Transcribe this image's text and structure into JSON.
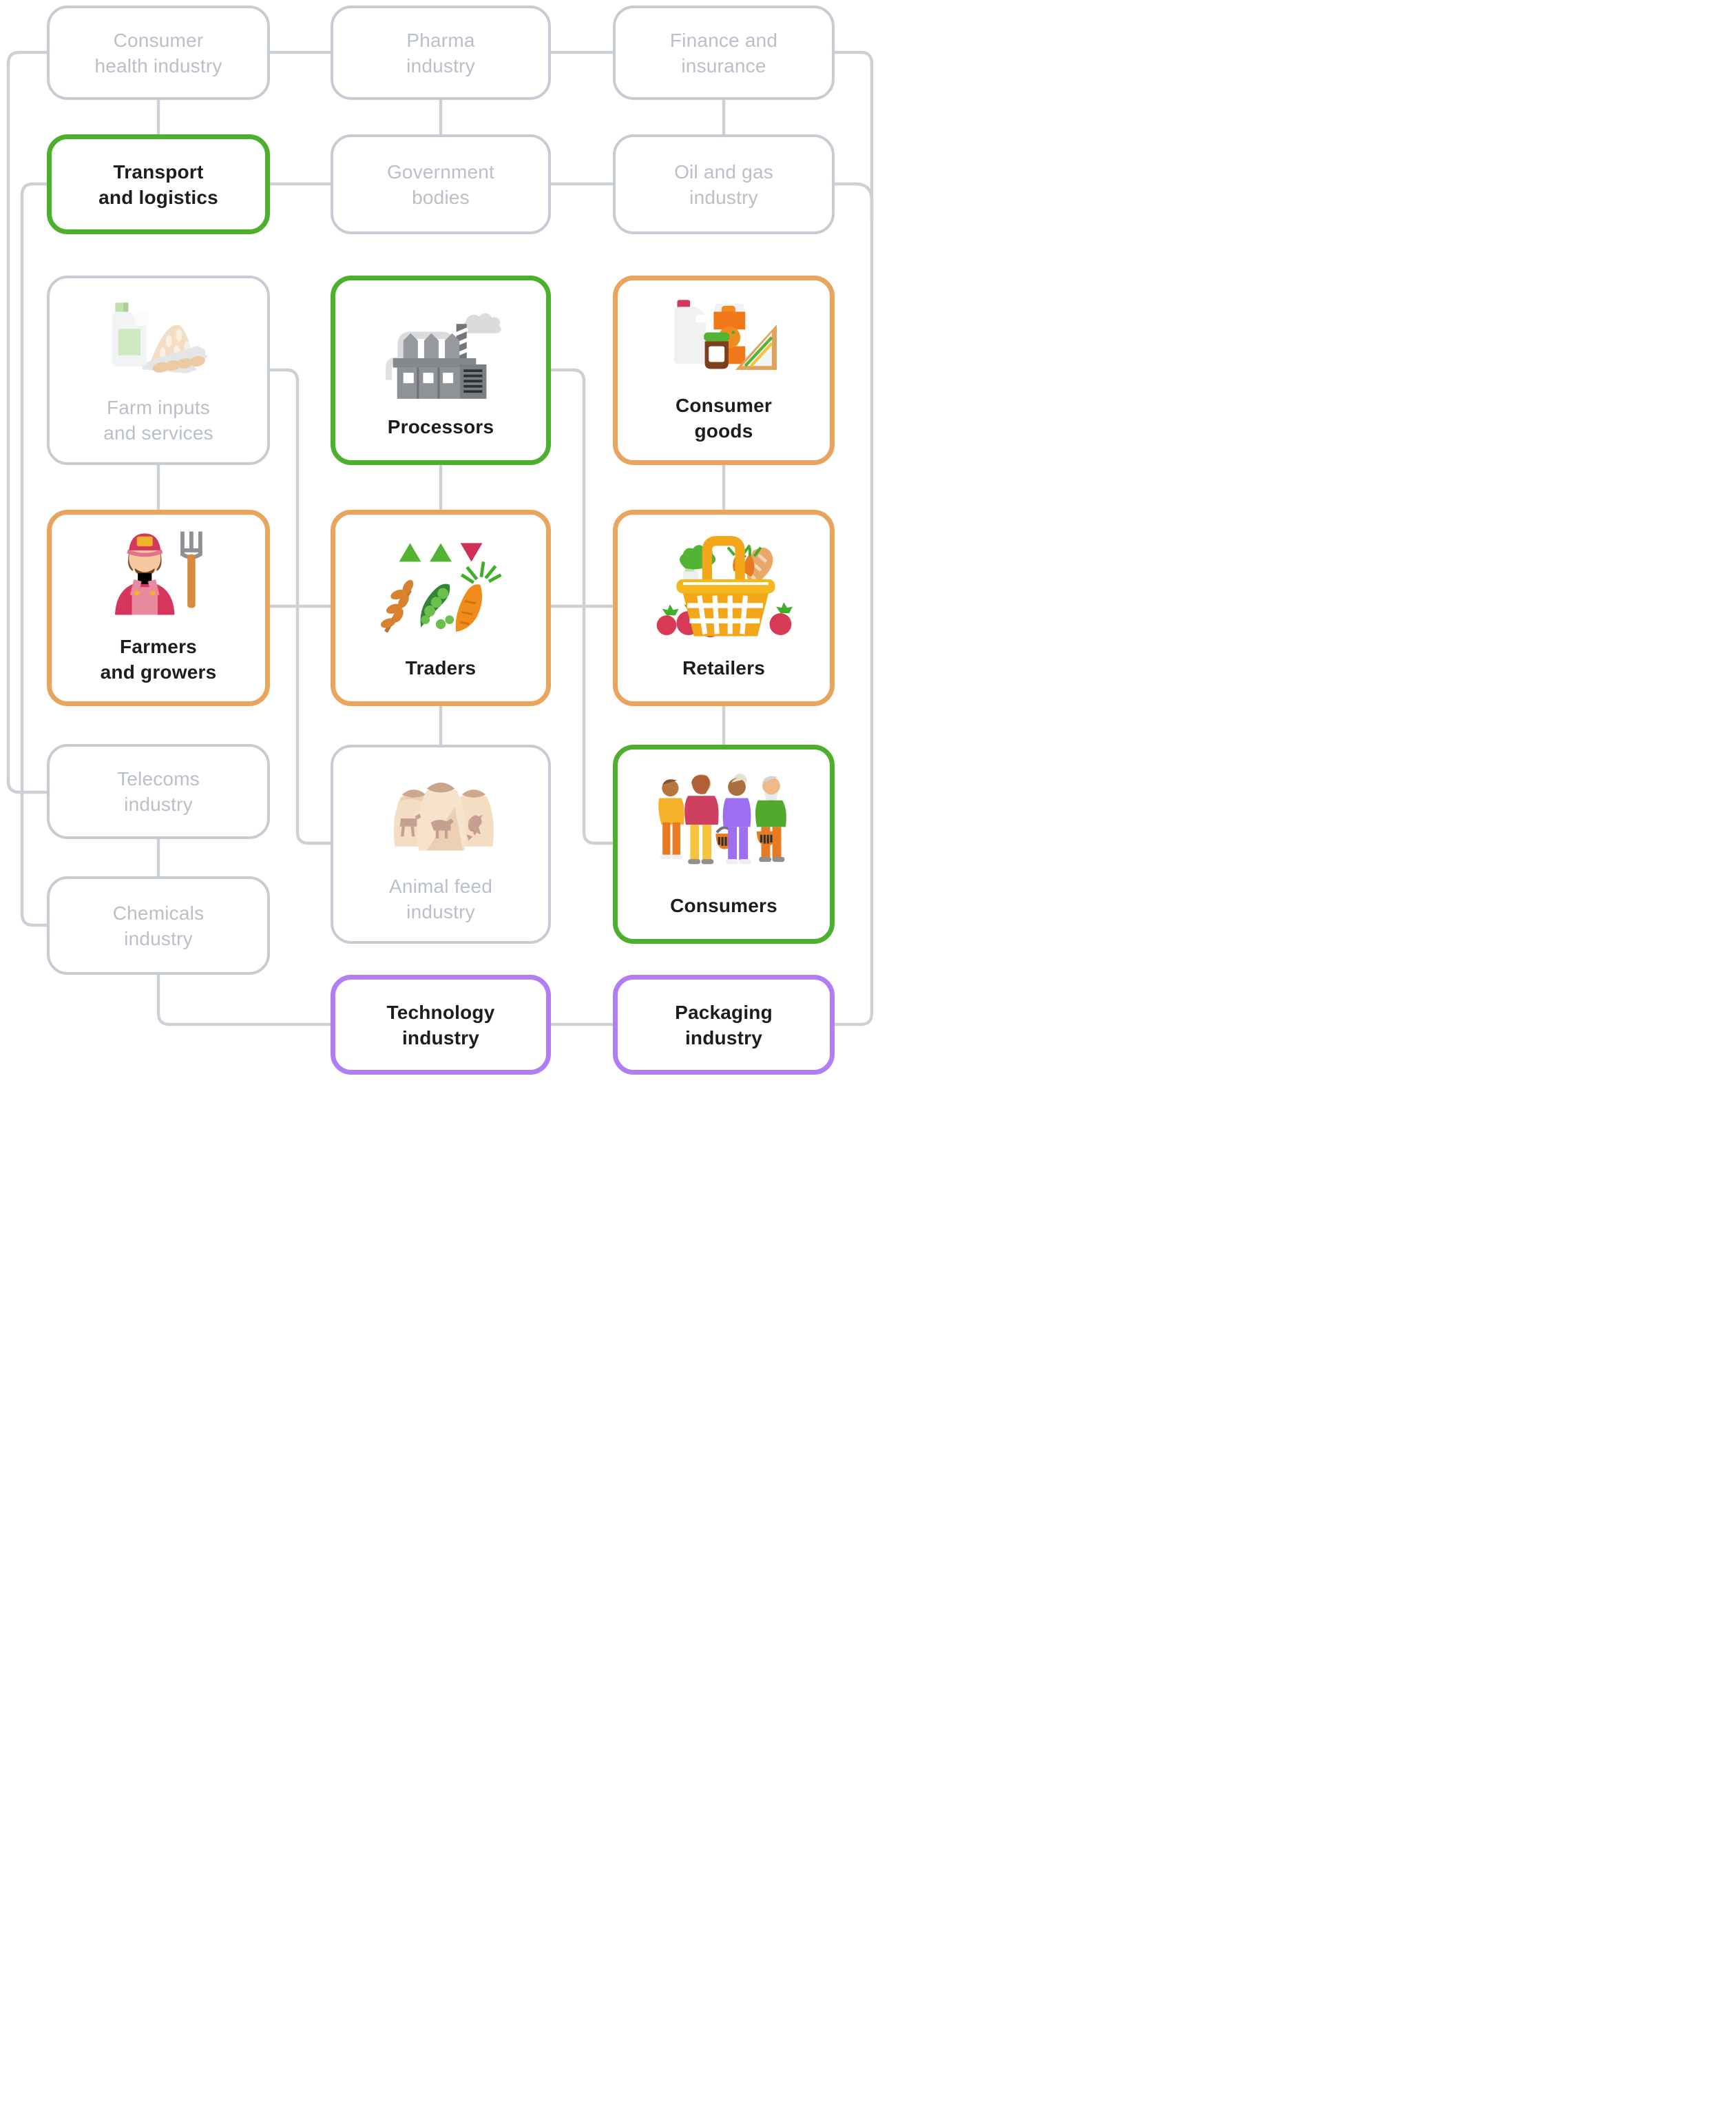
{
  "colors": {
    "connector_line": "#ccd1d8",
    "muted_border": "#c6ccd3",
    "muted_text": "#b9c0c9",
    "dark_text": "#1d1d1f",
    "green_accent": "#4db02c",
    "orange_accent": "#e9a55e",
    "purple_accent": "#b07df2"
  },
  "diagram": {
    "nodes": [
      {
        "id": "consumer-health-industry",
        "label": "Consumer\nhealth industry",
        "style": "muted",
        "icon": null,
        "col": "c1",
        "row": "r1"
      },
      {
        "id": "pharma-industry",
        "label": "Pharma\nindustry",
        "style": "muted",
        "icon": null,
        "col": "c2",
        "row": "r1"
      },
      {
        "id": "finance-and-insurance",
        "label": "Finance and\ninsurance",
        "style": "muted",
        "icon": null,
        "col": "c3",
        "row": "r1"
      },
      {
        "id": "transport-and-logistics",
        "label": "Transport\nand logistics",
        "style": "green",
        "icon": null,
        "col": "c1",
        "row": "r2"
      },
      {
        "id": "government-bodies",
        "label": "Government\nbodies",
        "style": "muted",
        "icon": null,
        "col": "c2",
        "row": "r2"
      },
      {
        "id": "oil-and-gas-industry",
        "label": "Oil and gas\nindustry",
        "style": "muted",
        "icon": null,
        "col": "c3",
        "row": "r2"
      },
      {
        "id": "farm-inputs-and-services",
        "label": "Farm inputs\nand services",
        "style": "muted",
        "icon": "farm-inputs",
        "col": "c1",
        "row": "r3"
      },
      {
        "id": "processors",
        "label": "Processors",
        "style": "green",
        "icon": "factory",
        "col": "c2",
        "row": "r3",
        "one_line": true
      },
      {
        "id": "consumer-goods",
        "label": "Consumer\ngoods",
        "style": "orange",
        "icon": "groceries",
        "col": "c3",
        "row": "r3"
      },
      {
        "id": "farmers-and-growers",
        "label": "Farmers\nand growers",
        "style": "orange",
        "icon": "farmer",
        "col": "c1",
        "row": "r4"
      },
      {
        "id": "traders",
        "label": "Traders",
        "style": "orange",
        "icon": "commodities",
        "col": "c2",
        "row": "r4",
        "one_line": true
      },
      {
        "id": "retailers",
        "label": "Retailers",
        "style": "orange",
        "icon": "basket",
        "col": "c3",
        "row": "r4",
        "one_line": true
      },
      {
        "id": "telecoms-industry",
        "label": "Telecoms\nindustry",
        "style": "muted",
        "icon": null,
        "col": "c1",
        "row": "r5s"
      },
      {
        "id": "animal-feed-industry",
        "label": "Animal feed\nindustry",
        "style": "muted",
        "icon": "feed-sacks",
        "col": "c2",
        "row": "r5"
      },
      {
        "id": "consumers",
        "label": "Consumers",
        "style": "green",
        "icon": "people",
        "col": "c3",
        "row": "r5",
        "one_line": true
      },
      {
        "id": "chemicals-industry",
        "label": "Chemicals\nindustry",
        "style": "muted",
        "icon": null,
        "col": "c1",
        "row": "r6"
      },
      {
        "id": "technology-industry",
        "label": "Technology\nindustry",
        "style": "purple",
        "icon": null,
        "col": "c2",
        "row": "r7"
      },
      {
        "id": "packaging-industry",
        "label": "Packaging\nindustry",
        "style": "purple",
        "icon": null,
        "col": "c3",
        "row": "r7"
      }
    ]
  }
}
